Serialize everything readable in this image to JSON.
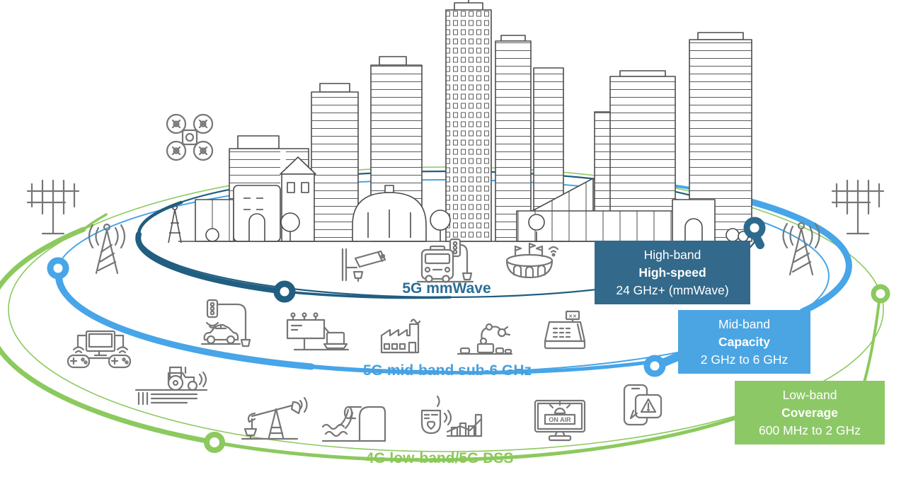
{
  "diagram": {
    "arcs": [
      {
        "id": "mmwave",
        "label": "5G mmWave",
        "color": "#2b6d96"
      },
      {
        "id": "midband",
        "label": "5G mid-band sub-6 GHz",
        "color": "#47a0dd"
      },
      {
        "id": "lowband",
        "label": "4G low-band/5G DSS",
        "color": "#8cc858"
      }
    ],
    "bands": [
      {
        "id": "high",
        "line1": "High-band",
        "line2": "High-speed",
        "line3": "24 GHz+ (mmWave)",
        "bg": "#33698a"
      },
      {
        "id": "mid",
        "line1": "Mid-band",
        "line2": "Capacity",
        "line3": "2 GHz to 6 GHz",
        "bg": "#4ba5e2"
      },
      {
        "id": "low",
        "line1": "Low-band",
        "line2": "Coverage",
        "line3": "600 MHz to 2 GHz",
        "bg": "#8dc867"
      }
    ],
    "tv_screen_label": "ON AIR",
    "register_display": "✕✕",
    "icons": [
      "drone",
      "yagi-antenna-left",
      "cell-tower-left",
      "security-camera",
      "smart-bus",
      "stadium",
      "connected-car",
      "smart-billboard",
      "smart-factory",
      "robot-arm",
      "pos-register",
      "cloud-gaming",
      "smart-tractor",
      "oil-pump",
      "water-treatment",
      "health-monitor-chart",
      "broadcast-tv",
      "emergency-alert-phone",
      "cell-tower-right",
      "yagi-antenna-right"
    ]
  }
}
